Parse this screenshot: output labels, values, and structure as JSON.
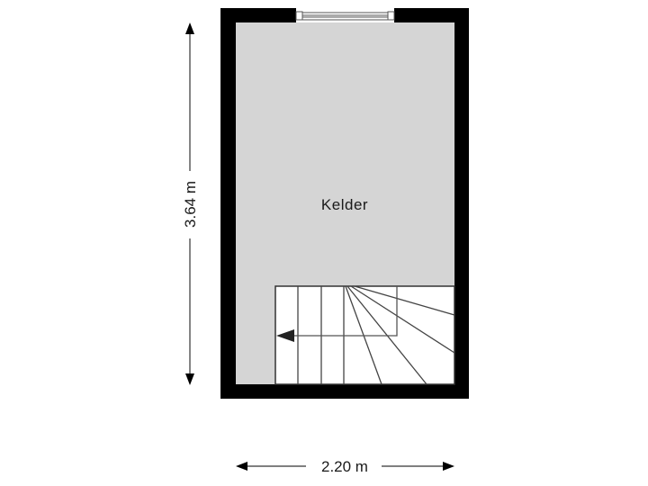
{
  "floorplan": {
    "room": {
      "name": "Kelder",
      "fill": "#d5d5d5"
    },
    "wall_color": "#000000",
    "stair_fill": "#ffffff",
    "stair_line_color": "#444444",
    "dimensions": {
      "height_label": "3.64 m",
      "width_label": "2.20 m"
    }
  }
}
